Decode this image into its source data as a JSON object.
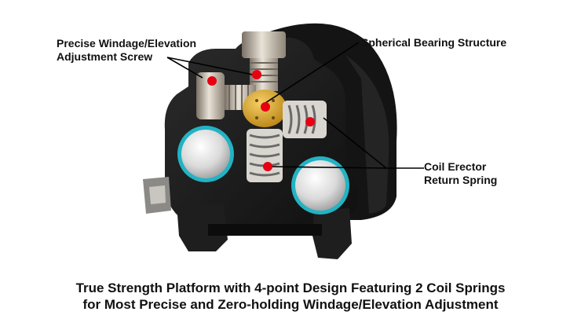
{
  "labels": {
    "windage_screw": [
      "Precise Windage/Elevation",
      "Adjustment Screw"
    ],
    "spherical_bearing": "Spherical Bearing Structure",
    "coil_spring": [
      "Coil Erector",
      "Return Spring"
    ]
  },
  "caption": {
    "line1": "True Strength Platform with 4-point Design Featuring 2 Coil Springs",
    "line2": "for Most Precise and Zero-holding Windage/Elevation Adjustment"
  },
  "colors": {
    "body": "#1a1a1a",
    "lens_ring": "#22b3c4",
    "brass": "#d4a22a",
    "pointer": "#e60012"
  }
}
